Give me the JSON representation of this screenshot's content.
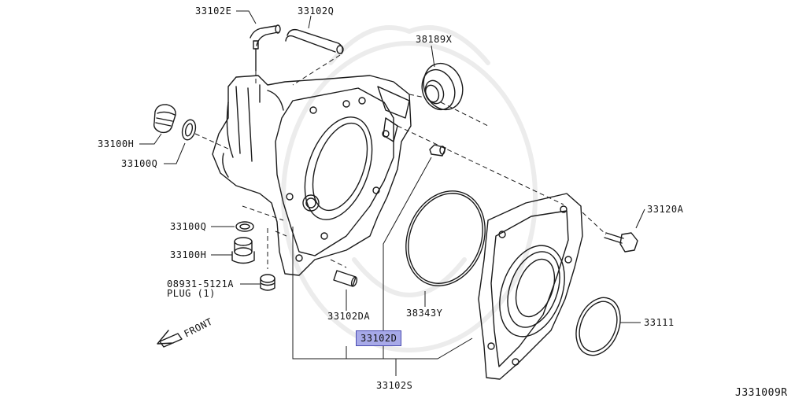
{
  "labels": {
    "p33102E": "33102E",
    "p33102Q": "33102Q",
    "p38189X": "38189X",
    "p33100H_top": "33100H",
    "p33100Q_top": "33100Q",
    "p33120A": "33120A",
    "p33100Q_mid": "33100Q",
    "p33100H_mid": "33100H",
    "p08931": "08931-5121A",
    "plug_note": "PLUG (1)",
    "p38343Y": "38343Y",
    "p33102DA": "33102DA",
    "p33102D": "33102D",
    "p33111": "33111",
    "p33102S": "33102S",
    "front": "FRONT",
    "ref_code": "J331009R"
  },
  "highlight": {
    "part": "33102D",
    "color": "#a7a9e8",
    "border": "#4a4cb0"
  }
}
